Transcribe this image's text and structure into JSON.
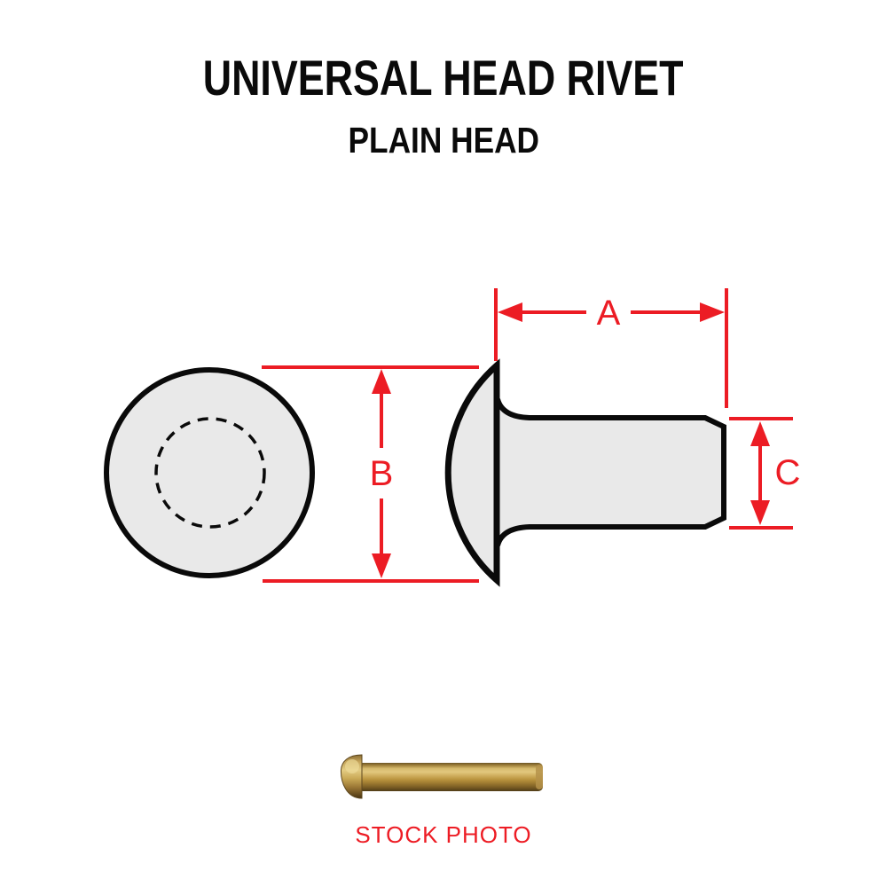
{
  "header": {
    "title": "UNIVERSAL HEAD RIVET",
    "subtitle": "PLAIN HEAD"
  },
  "diagram": {
    "type": "technical-drawing",
    "views": [
      "top-view",
      "side-view"
    ],
    "dim_labels": {
      "a": "A",
      "b": "B",
      "c": "C"
    },
    "colors": {
      "dimension_red": "#EC1C24",
      "part_fill": "#E9E9E9",
      "part_outline": "#0A0A0A",
      "background": "#FFFFFF"
    }
  },
  "stock_photo": {
    "caption": "STOCK PHOTO",
    "caption_color": "#ED1C24",
    "brass_colors": [
      "#7C6128",
      "#D6BA6C",
      "#E2C87E",
      "#BB953F",
      "#53401A"
    ]
  }
}
